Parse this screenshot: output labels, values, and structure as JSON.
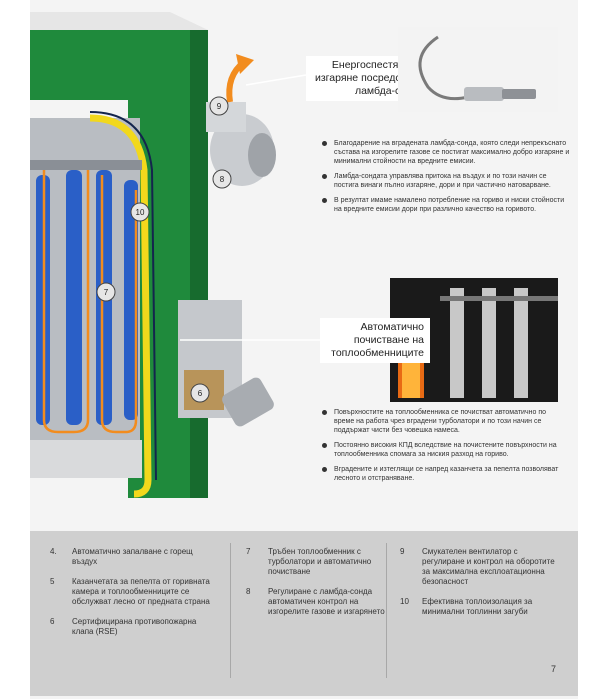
{
  "callouts": {
    "lambda": "Енергоспестяващо изгаряне посредством ламбда-сонда",
    "cleaning": "Автоматично почистване на топлообменниците"
  },
  "bullets_lambda": [
    "Благодарение на вградената ламбда-сонда, която следи непрекъснато състава на изгорелите газове се постигат максимално добро изгаряне и минимални стойности на вредните емисии.",
    "Ламбда-сондата управлява притока на въздух и по този начин се постига винаги пълно изгаряне, дори и при частично натоварване.",
    "В резултат имаме намалено потребление на гориво и ниски стойности на вредните емисии дори при различно качество на горивото."
  ],
  "bullets_cleaning": [
    "Повърхностите на топлообменника се почистват автоматично по време на работа чрез вградени турболатори и по този начин се поддържат чисти без човешка намеса.",
    "Постоянно високия КПД вследствие на почистените повърхности на топлообменника спомага за ниския разход на гориво.",
    "Вградените и изтеглящи се напред казанчета за пепелта позволяват лесното и отстраняване."
  ],
  "diagram_labels": {
    "n6": "6",
    "n7": "7",
    "n8": "8",
    "n9": "9",
    "n10": "10"
  },
  "legend": [
    [
      {
        "num": "4.",
        "text": "Автоматично запалване с горещ въздух"
      },
      {
        "num": "5",
        "text": "Казанчетата за пепелта от горивната камера и топлообменниците се обслужват лесно от предната страна"
      },
      {
        "num": "6",
        "text": "Сертифицирана противопожарна клапа (RSE)"
      }
    ],
    [
      {
        "num": "7",
        "text": "Тръбен топлообменник с турболатори и автоматично почистване"
      },
      {
        "num": "8",
        "text": "Регулиране с ламбда-сонда автоматичен контрол на изгорелите газове и изгарянето"
      }
    ],
    [
      {
        "num": "9",
        "text": "Смукателен вентилатор с регулиране и контрол на оборотите за максимална експлоатационна безопасност"
      },
      {
        "num": "10",
        "text": "Ефективна топлоизолация за минимални топлинни загуби"
      }
    ]
  ],
  "page_number": "7",
  "colors": {
    "boiler_green": "#1f8a3c",
    "insulation_yellow": "#f2d81c",
    "tube_blue": "#2a5fc7",
    "arrow_orange": "#f28c1e",
    "legend_bg": "#cfcfcf"
  }
}
